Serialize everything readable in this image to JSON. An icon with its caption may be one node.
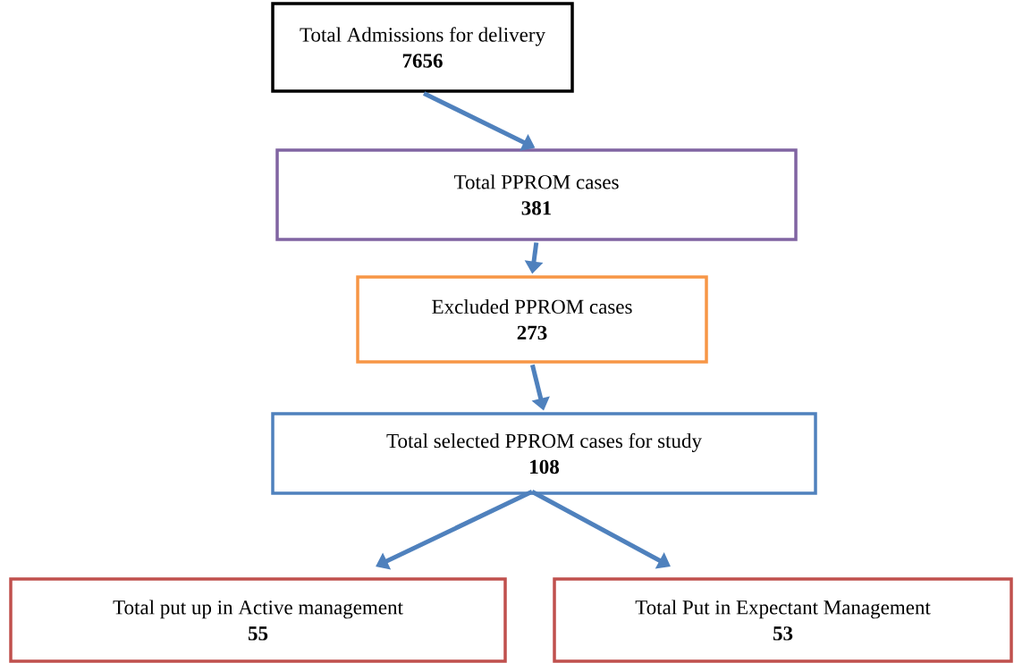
{
  "diagram": {
    "nodes": [
      {
        "text": [
          "Total Admissions for delivery",
          "7656"
        ]
      },
      {
        "text": [
          "Total PPROM cases",
          "381"
        ]
      },
      {
        "text": [
          "Excluded PPROM cases",
          "273"
        ]
      },
      {
        "text": [
          "Total selected PPROM cases for study",
          "108"
        ]
      },
      {
        "text": [
          "Total put up in Active management",
          "55"
        ]
      },
      {
        "text": [
          "Total Put in Expectant Management",
          "53"
        ]
      }
    ],
    "edges": [
      {
        "from": 0,
        "to": 1,
        "arrow": "to"
      },
      {
        "from": 1,
        "to": 2,
        "arrow": "to"
      },
      {
        "from": 2,
        "to": 3,
        "arrow": "to"
      },
      {
        "from": 3,
        "to": 4,
        "arrow": "to"
      },
      {
        "from": 3,
        "to": 5,
        "arrow": "to"
      }
    ]
  }
}
